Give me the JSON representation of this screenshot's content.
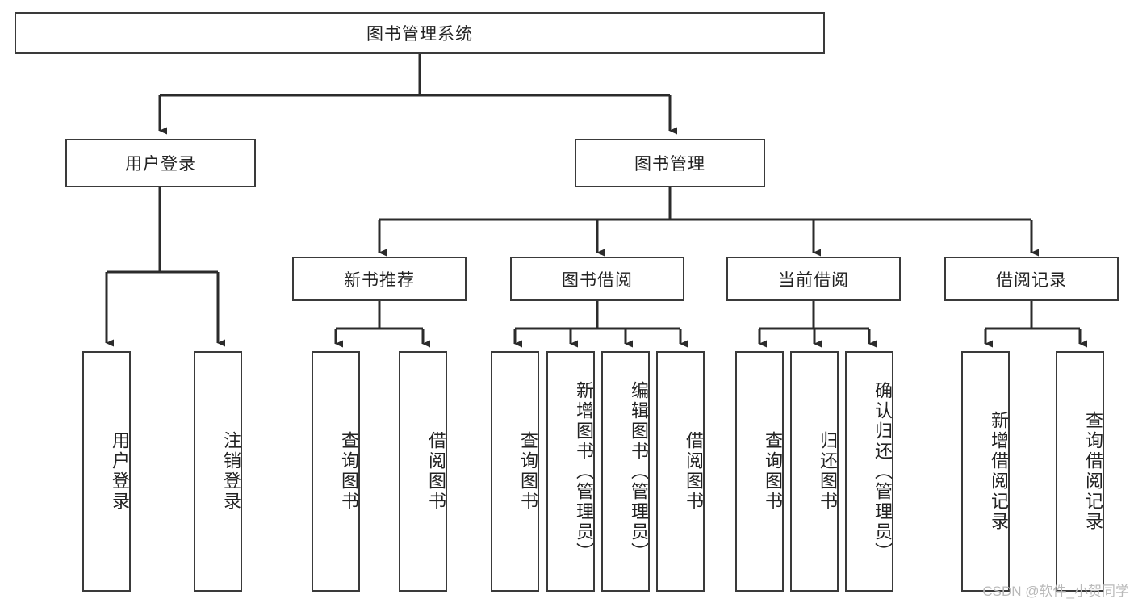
{
  "diagram": {
    "type": "tree-hierarchy",
    "title": "图书管理系统",
    "watermark": "CSDN @软件_小贺同学",
    "colors": {
      "box_border": "#3a3a3a",
      "box_fill": "#ffffff",
      "connector": "#2b2b2b",
      "text": "#222222",
      "watermark": "#b9b9b9"
    },
    "levels": {
      "root": {
        "label": "图书管理系统"
      },
      "level2": [
        {
          "label": "用户登录"
        },
        {
          "label": "图书管理"
        }
      ],
      "level3": [
        {
          "label": "新书推荐"
        },
        {
          "label": "图书借阅"
        },
        {
          "label": "当前借阅"
        },
        {
          "label": "借阅记录"
        }
      ],
      "leaves": {
        "user_login": [
          {
            "label": "用户登录"
          },
          {
            "label": "注销登录"
          }
        ],
        "new_book_recommend": [
          {
            "label": "查询图书"
          },
          {
            "label": "借阅图书"
          }
        ],
        "book_borrow": [
          {
            "label": "查询图书"
          },
          {
            "label": "新增图书（管理员）"
          },
          {
            "label": "编辑图书（管理员）"
          },
          {
            "label": "借阅图书"
          }
        ],
        "current_borrow": [
          {
            "label": "查询图书"
          },
          {
            "label": "归还图书"
          },
          {
            "label": "确认归还（管理员）"
          }
        ],
        "borrow_records": [
          {
            "label": "新增借阅记录"
          },
          {
            "label": "查询借阅记录"
          }
        ]
      }
    }
  }
}
